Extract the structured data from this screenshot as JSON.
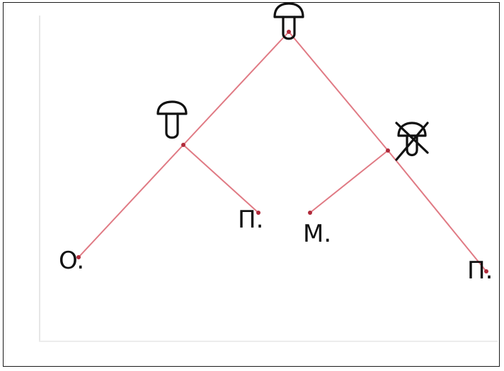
{
  "colors": {
    "edge": "#e07a84",
    "node": "#b02a3a",
    "ink": "#111111",
    "frame": "#1a1a1a"
  },
  "nodes": {
    "root": {
      "icon": "mushroom-icon"
    },
    "left_internal": {
      "icon": "mushroom-icon"
    },
    "right_internal": {
      "icon": "crossed-out-mushroom-icon"
    }
  },
  "leaves": [
    {
      "label": "O."
    },
    {
      "label": "П."
    },
    {
      "label": "M."
    },
    {
      "label": "П."
    }
  ]
}
